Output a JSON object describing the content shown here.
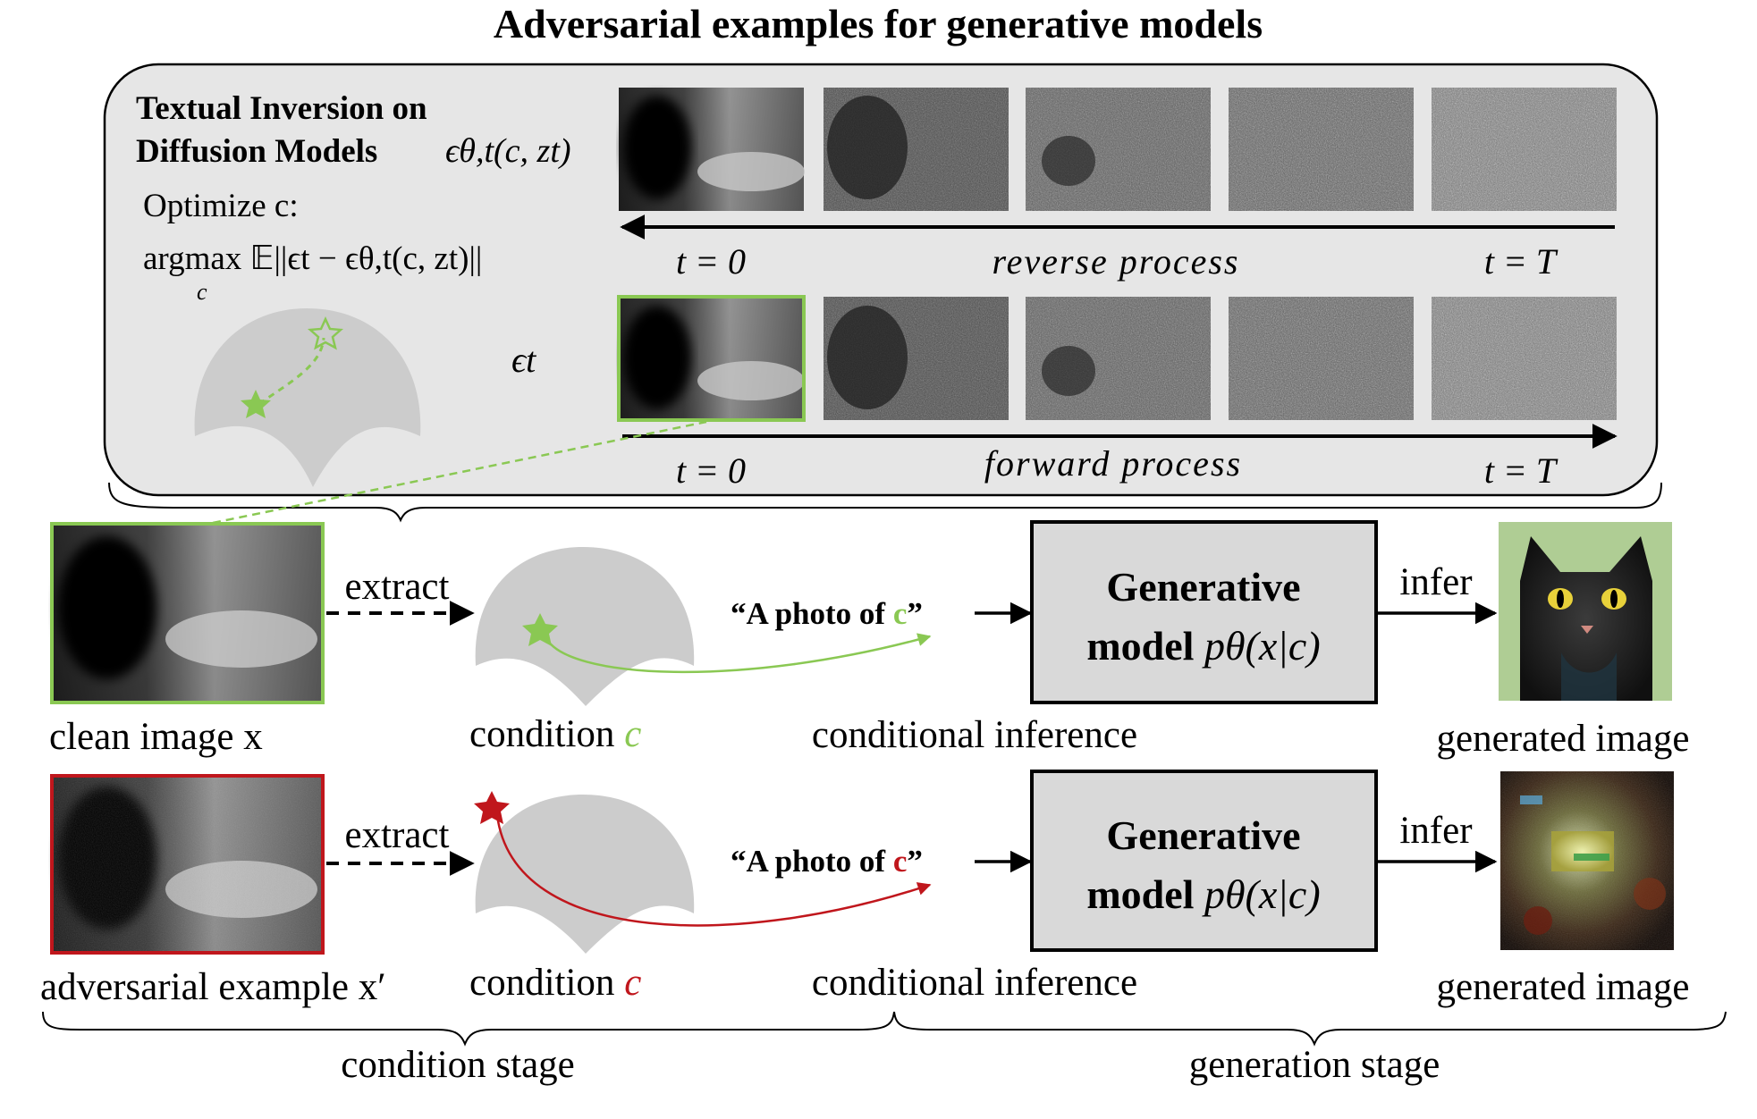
{
  "title": "Adversarial examples for generative models",
  "panel": {
    "heading_line1": "Textual Inversion on",
    "heading_line2": "Diffusion Models",
    "eps_model": "ϵθ,t(c, zt)",
    "optimize": "Optimize c:",
    "objective": "argmax 𝔼||ϵt − ϵθ,t(c, zt)||",
    "objective_sub": "c",
    "eps_t": "ϵt",
    "reverse_process": "reverse process",
    "forward_process": "forward process",
    "t0": "t = 0",
    "tT": "t = T"
  },
  "rows": [
    {
      "image_label": "clean image x",
      "extract": "extract",
      "condition_word": "condition",
      "condition_var": "c",
      "prompt_open": "“A photo of ",
      "prompt_var": "c",
      "prompt_close": "”",
      "inference": "conditional inference",
      "model_line1": "Generative",
      "model_line2_word": "model",
      "model_line2_expr": "pθ(x|c)",
      "infer": "infer",
      "output_label": "generated image",
      "accent": "#8ac853"
    },
    {
      "image_label": "adversarial example x′",
      "extract": "extract",
      "condition_word": "condition",
      "condition_var": "c",
      "prompt_open": "“A photo of ",
      "prompt_var": "c",
      "prompt_close": "”",
      "inference": "conditional inference",
      "model_line1": "Generative",
      "model_line2_word": "model",
      "model_line2_expr": "pθ(x|c)",
      "infer": "infer",
      "output_label": "generated image",
      "accent": "#c0161c"
    }
  ],
  "stages": {
    "condition": "condition stage",
    "generation": "generation stage"
  },
  "colors": {
    "green": "#8ac853",
    "red": "#c0161c",
    "panel_bg": "#e6e6e6",
    "model_bg": "#d9d9d9",
    "blob": "#cccccc"
  }
}
